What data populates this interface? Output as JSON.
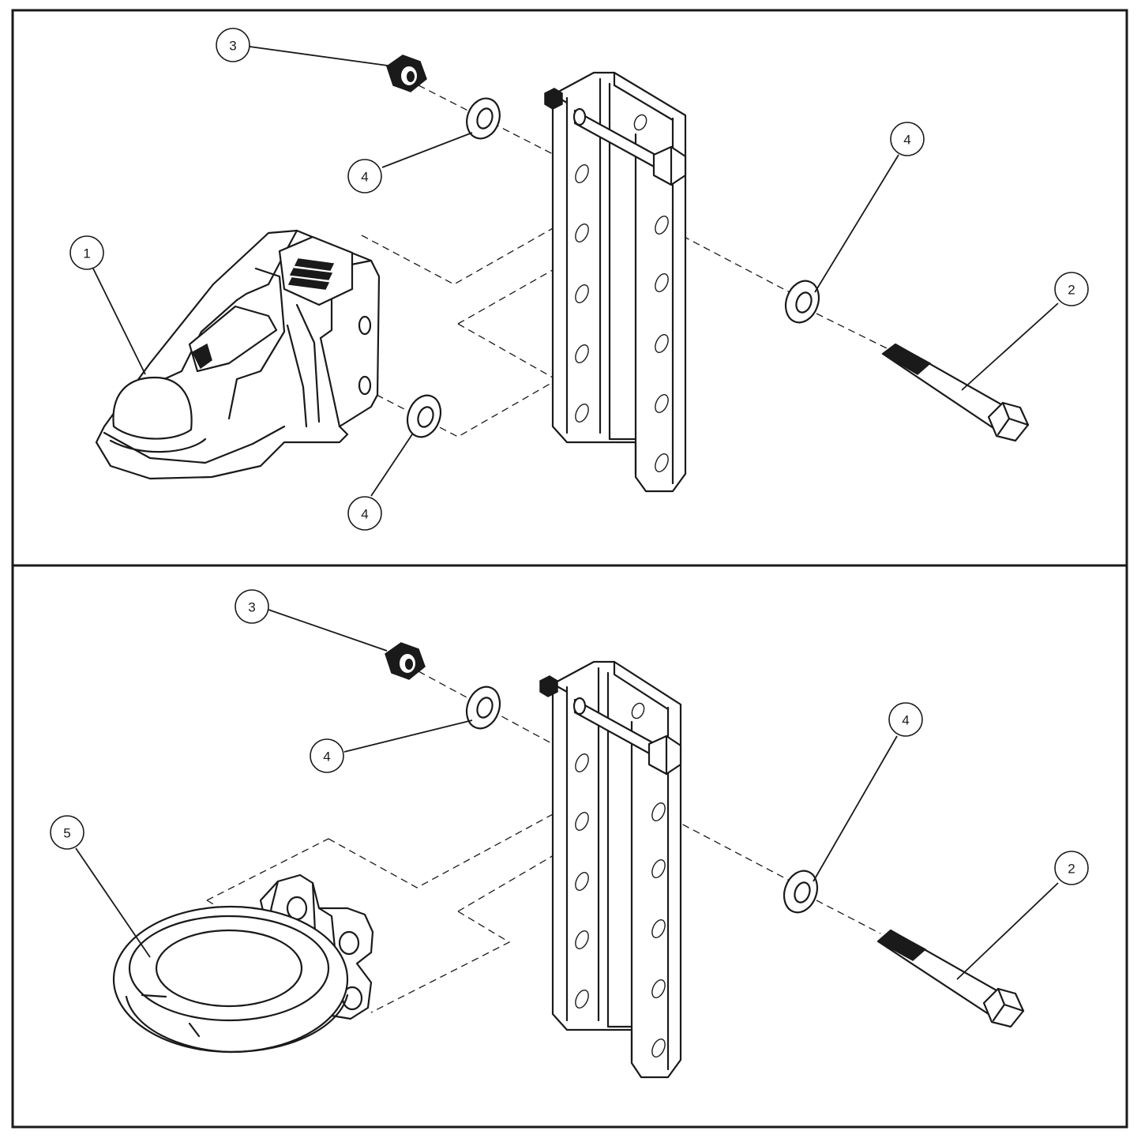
{
  "panels": [
    {
      "id": "top",
      "callouts": [
        {
          "label": "1",
          "part": "coupler"
        },
        {
          "label": "2",
          "part": "bolt"
        },
        {
          "label": "3",
          "part": "lock-nut"
        },
        {
          "label": "4",
          "part": "washer-upper"
        },
        {
          "label": "4",
          "part": "washer-right"
        },
        {
          "label": "4",
          "part": "washer-lower"
        }
      ]
    },
    {
      "id": "bottom",
      "callouts": [
        {
          "label": "5",
          "part": "lunette-ring"
        },
        {
          "label": "2",
          "part": "bolt"
        },
        {
          "label": "3",
          "part": "lock-nut"
        },
        {
          "label": "4",
          "part": "washer-upper"
        },
        {
          "label": "4",
          "part": "washer-right"
        }
      ]
    }
  ],
  "colors": {
    "ink": "#1a1a1a",
    "paper": "#ffffff"
  }
}
